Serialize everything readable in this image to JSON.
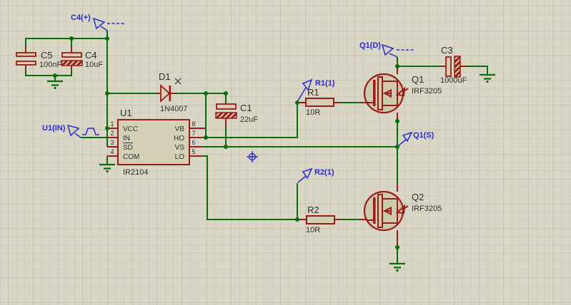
{
  "app": {
    "view": "schematic-capture-canvas"
  },
  "colors": {
    "background": "#d9d6c5",
    "grid_fine": "#c8c5b2",
    "grid_bold": "#b9b6a3",
    "wire_green": "#0a6e0a",
    "component_red": "#9a1c16",
    "component_fill": "#d2cfb2",
    "probe_blue": "#2a2ad0",
    "text_dark": "#2f2f2f"
  },
  "components": {
    "c5": {
      "ref": "C5",
      "value": "100nF"
    },
    "c4": {
      "ref": "C4",
      "value": "10uF"
    },
    "c1": {
      "ref": "C1",
      "value": "22uF"
    },
    "c3": {
      "ref": "C3",
      "value": "1000uF"
    },
    "d1": {
      "ref": "D1",
      "value": "1N4007"
    },
    "r1": {
      "ref": "R1",
      "value": "10R"
    },
    "r2": {
      "ref": "R2",
      "value": "10R"
    },
    "q1": {
      "ref": "Q1",
      "value": "IRF3205"
    },
    "q2": {
      "ref": "Q2",
      "value": "IRF3205"
    },
    "u1": {
      "ref": "U1",
      "value": "IR2104",
      "pins_left": [
        {
          "num": "1",
          "name": "VCC"
        },
        {
          "num": "2",
          "name": "IN"
        },
        {
          "num": "3",
          "name": "SD"
        },
        {
          "num": "4",
          "name": "COM"
        }
      ],
      "pins_right": [
        {
          "num": "8",
          "name": "VB"
        },
        {
          "num": "7",
          "name": "HO"
        },
        {
          "num": "6",
          "name": "VS"
        },
        {
          "num": "5",
          "name": "LO"
        }
      ]
    }
  },
  "wire_labels": {
    "c4_pos": "C4(+)",
    "u1_in": "U1(IN)",
    "q1_d": "Q1(D)",
    "q1_s": "Q1(S)",
    "r1_1": "R1(1)",
    "r2_1": "R2(1)"
  }
}
